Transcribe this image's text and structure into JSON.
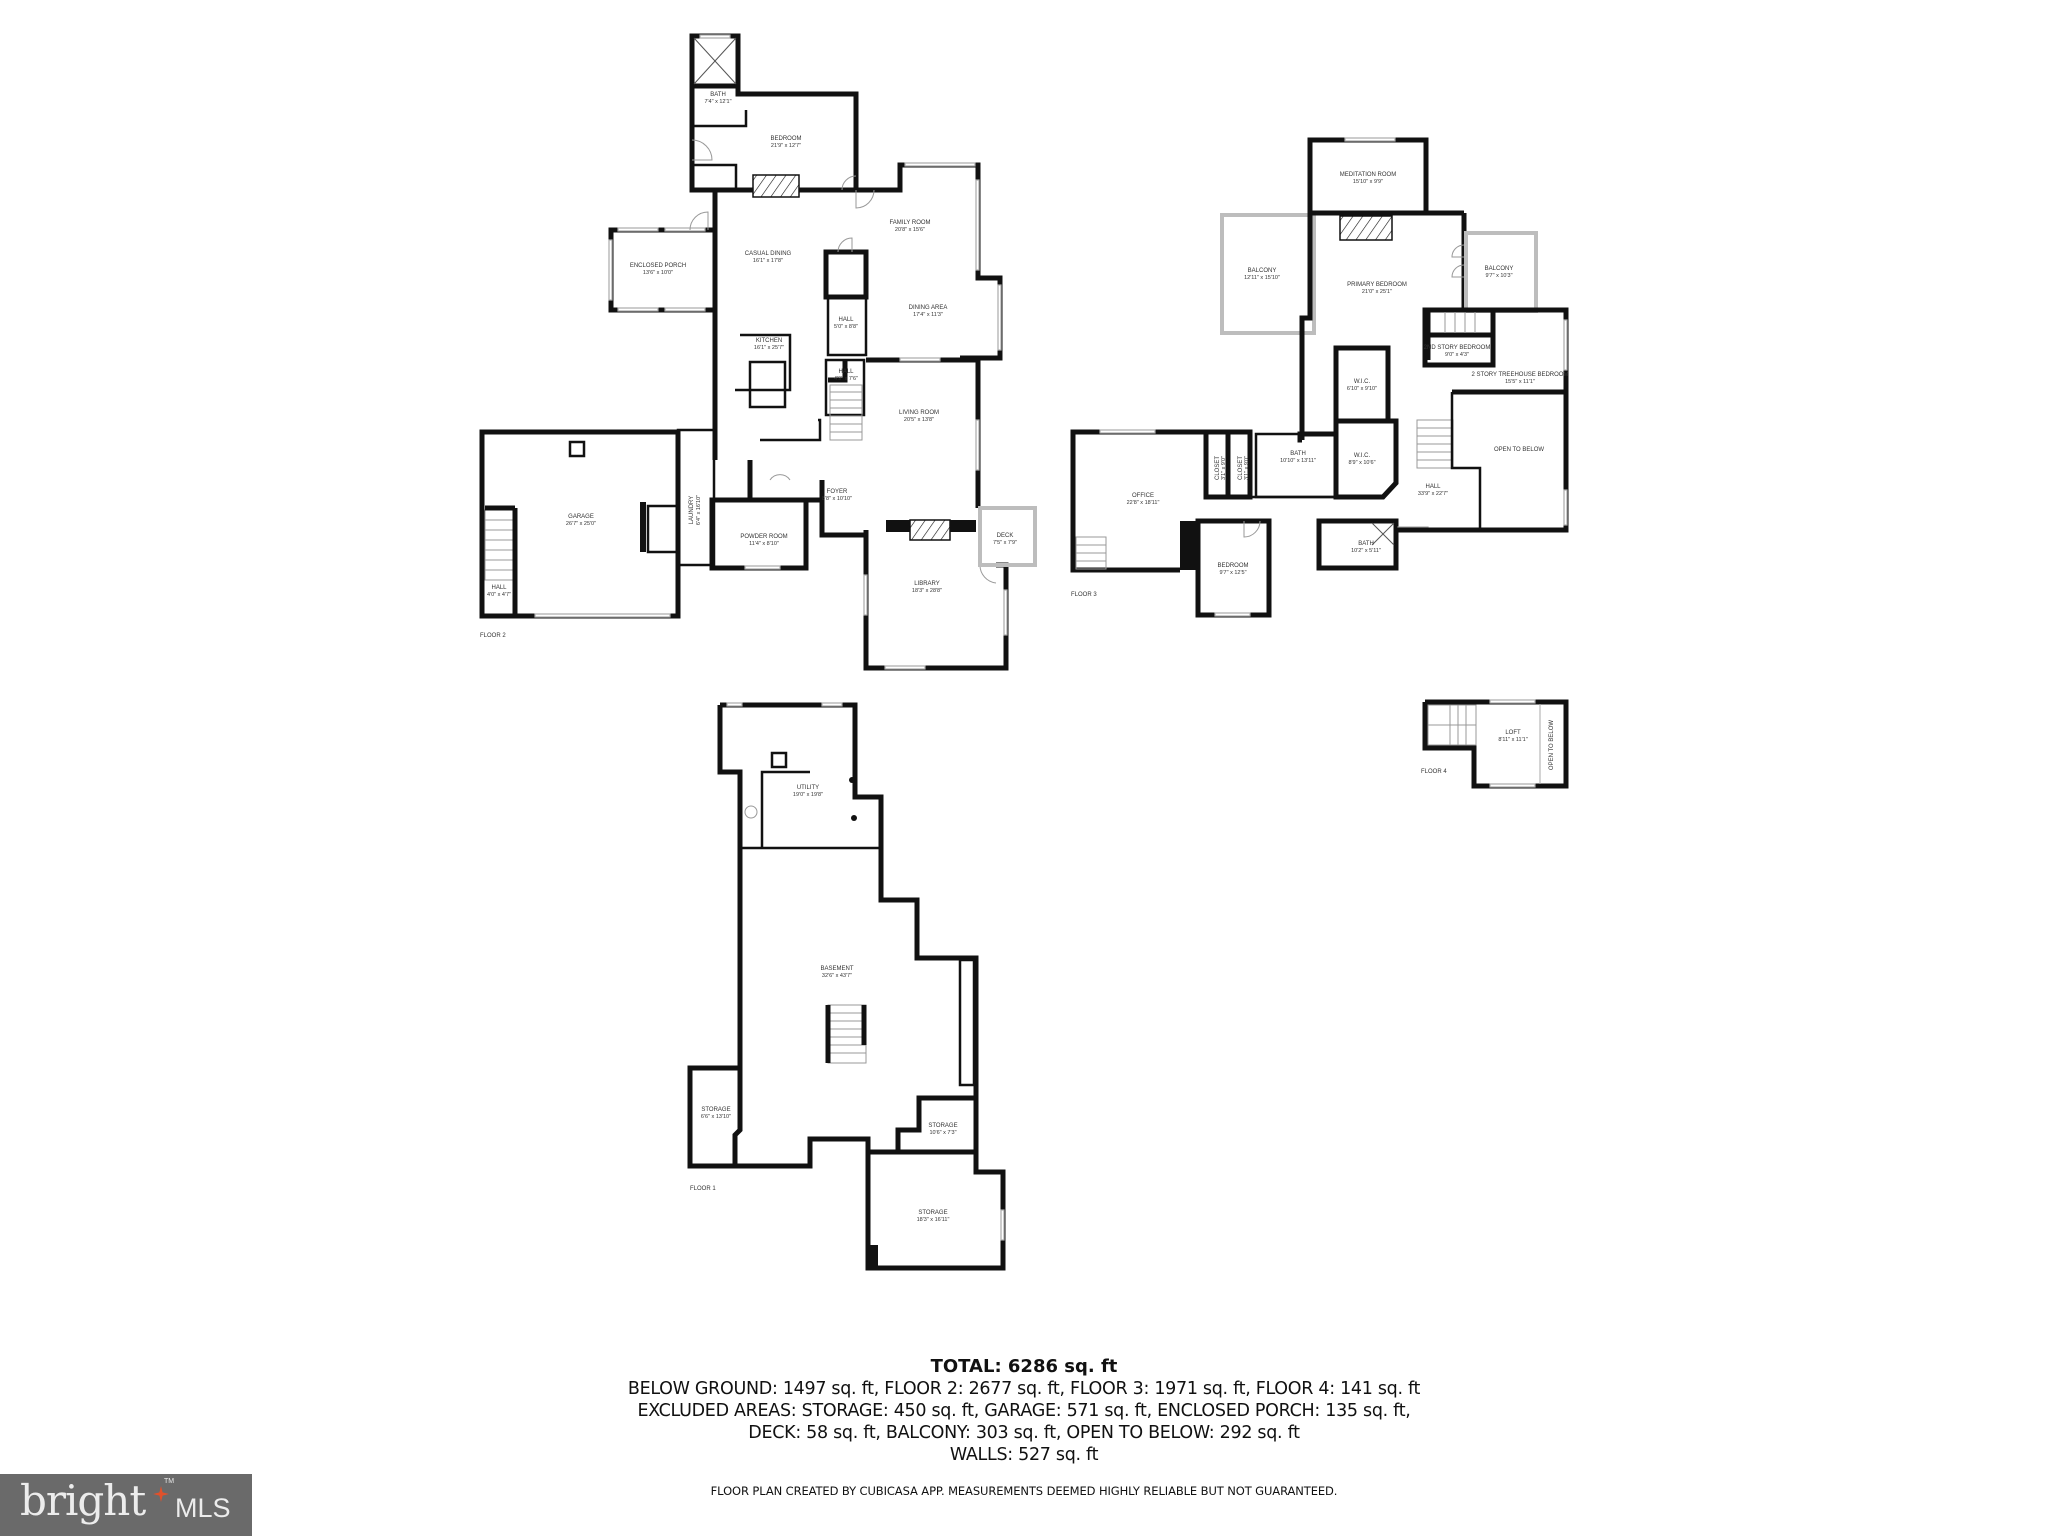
{
  "floors": {
    "floor2": {
      "label": "FLOOR 2",
      "rooms": [
        {
          "name": "BATH",
          "dims": "7'4\" x 12'1\""
        },
        {
          "name": "BEDROOM",
          "dims": "21'9\" x 12'7\""
        },
        {
          "name": "ENCLOSED PORCH",
          "dims": "13'6\" x 10'0\""
        },
        {
          "name": "CASUAL DINING",
          "dims": "16'1\" x 17'8\""
        },
        {
          "name": "FAMILY ROOM",
          "dims": "20'8\" x 15'6\""
        },
        {
          "name": "DINING AREA",
          "dims": "17'4\" x 11'3\""
        },
        {
          "name": "HALL",
          "dims": "5'0\" x 8'8\""
        },
        {
          "name": "KITCHEN",
          "dims": "16'1\" x 25'7\""
        },
        {
          "name": "HALL",
          "dims": "4'9\" x 7'6\""
        },
        {
          "name": "LIVING ROOM",
          "dims": "20'5\" x 13'8\""
        },
        {
          "name": "GARAGE",
          "dims": "26'7\" x 25'0\""
        },
        {
          "name": "LAUNDRY",
          "dims": "6'4\" x 16'10\""
        },
        {
          "name": "FOYER",
          "dims": "8'8\" x 10'10\""
        },
        {
          "name": "POWDER ROOM",
          "dims": "11'4\" x 8'10\""
        },
        {
          "name": "HALL",
          "dims": "4'0\" x 4'7\""
        },
        {
          "name": "DECK",
          "dims": "7'5\" x 7'9\""
        },
        {
          "name": "LIBRARY",
          "dims": "18'3\" x 28'8\""
        }
      ]
    },
    "floor3": {
      "label": "FLOOR 3",
      "rooms": [
        {
          "name": "MEDITATION ROOM",
          "dims": "15'10\" x 9'9\""
        },
        {
          "name": "BALCONY",
          "dims": "12'11\" x 15'10\""
        },
        {
          "name": "PRIMARY BEDROOM",
          "dims": "21'0\" x 25'1\""
        },
        {
          "name": "BALCONY",
          "dims": "9'7\" x 10'3\""
        },
        {
          "name": "2ND STORY BEDROOM",
          "dims": "9'0\" x 4'3\""
        },
        {
          "name": "2 STORY TREEHOUSE BEDROOM",
          "dims": "15'5\" x 11'1\""
        },
        {
          "name": "W.I.C.",
          "dims": "6'10\" x 9'10\""
        },
        {
          "name": "OPEN TO BELOW",
          "dims": ""
        },
        {
          "name": "OFFICE",
          "dims": "22'8\" x 18'11\""
        },
        {
          "name": "CLOSET",
          "dims": "3'1\" x 9'0\""
        },
        {
          "name": "CLOSET",
          "dims": "3'1\" x 9'0\""
        },
        {
          "name": "BATH",
          "dims": "10'10\" x 13'11\""
        },
        {
          "name": "W.I.C.",
          "dims": "8'9\" x 10'6\""
        },
        {
          "name": "HALL",
          "dims": "33'9\" x 22'7\""
        },
        {
          "name": "BEDROOM",
          "dims": "9'7\" x 12'5\""
        },
        {
          "name": "BATH",
          "dims": "10'2\" x 5'11\""
        }
      ]
    },
    "floor4": {
      "label": "FLOOR 4",
      "rooms": [
        {
          "name": "LOFT",
          "dims": "8'11\" x 11'1\""
        },
        {
          "name": "OPEN TO BELOW",
          "dims": ""
        }
      ]
    },
    "floor1": {
      "label": "FLOOR 1",
      "rooms": [
        {
          "name": "UTILITY",
          "dims": "19'0\" x 19'8\""
        },
        {
          "name": "BASEMENT",
          "dims": "32'6\" x 43'7\""
        },
        {
          "name": "STORAGE",
          "dims": "6'6\" x 13'10\""
        },
        {
          "name": "STORAGE",
          "dims": "10'6\" x 7'3\""
        },
        {
          "name": "STORAGE",
          "dims": "18'3\" x 16'11\""
        }
      ]
    }
  },
  "summary": {
    "total": "TOTAL: 6286 sq. ft",
    "lines": [
      "BELOW GROUND: 1497 sq. ft, FLOOR 2: 2677 sq. ft, FLOOR 3: 1971 sq. ft, FLOOR 4: 141 sq. ft",
      "EXCLUDED AREAS: STORAGE: 450 sq. ft, GARAGE: 571 sq. ft, ENCLOSED PORCH: 135 sq. ft,",
      "DECK: 58 sq. ft, BALCONY: 303 sq. ft, OPEN TO BELOW: 292 sq. ft",
      "WALLS: 527 sq. ft"
    ],
    "disclaimer": "FLOOR PLAN CREATED BY CUBICASA APP. MEASUREMENTS DEEMED HIGHLY RELIABLE BUT NOT GUARANTEED."
  },
  "logo": {
    "brand": "bright",
    "suffix": "MLS",
    "tm": "TM",
    "accent": "#e0512b"
  }
}
